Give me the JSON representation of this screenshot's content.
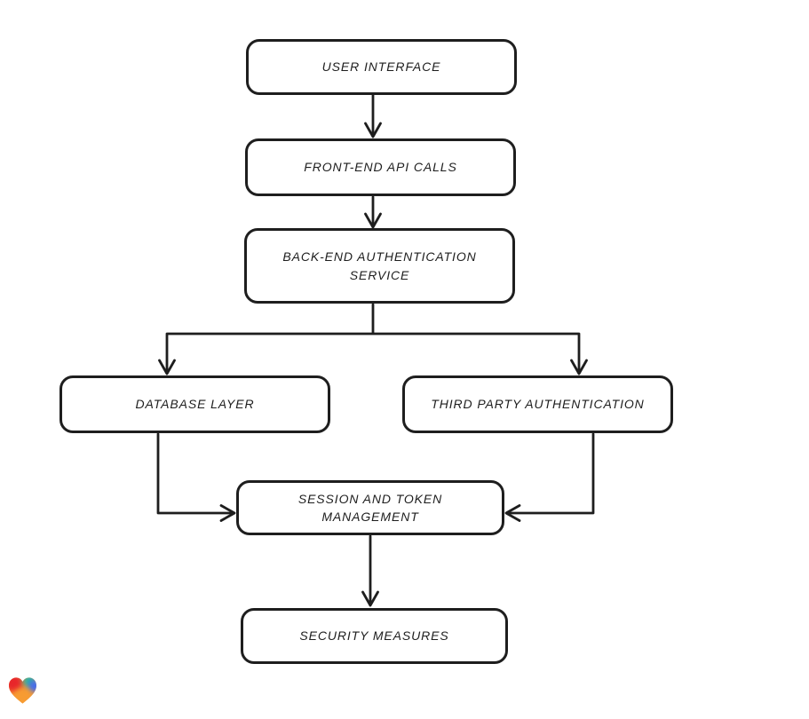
{
  "page": {
    "background": "#ffffff"
  },
  "diagram": {
    "type": "flowchart",
    "stroke_color": "#1e1e1e",
    "node_fill": "#ffffff",
    "nodes": {
      "user_interface": {
        "label": "USER INTERFACE"
      },
      "front_end_api_calls": {
        "label": "FRONT-END API CALLS"
      },
      "back_end_authentication_service": {
        "label": "BACK-END AUTHENTICATION SERVICE"
      },
      "database_layer": {
        "label": "DATABASE LAYER"
      },
      "third_party_authentication": {
        "label": "THIRD PARTY AUTHENTICATION"
      },
      "session_and_token_management": {
        "label": "SESSION AND TOKEN MANAGEMENT"
      },
      "security_measures": {
        "label": "SECURITY MEASURES"
      }
    },
    "edges": [
      {
        "from": "user_interface",
        "to": "front_end_api_calls"
      },
      {
        "from": "front_end_api_calls",
        "to": "back_end_authentication_service"
      },
      {
        "from": "back_end_authentication_service",
        "to": "database_layer"
      },
      {
        "from": "back_end_authentication_service",
        "to": "third_party_authentication"
      },
      {
        "from": "database_layer",
        "to": "session_and_token_management"
      },
      {
        "from": "third_party_authentication",
        "to": "session_and_token_management"
      },
      {
        "from": "session_and_token_management",
        "to": "security_measures"
      }
    ]
  },
  "branding": {
    "logo": "lovable-heart-logo",
    "logo_colors": {
      "red": "#e8262b",
      "teal": "#1fb6a8",
      "blue": "#3f6af5",
      "orange": "#f79b33"
    }
  }
}
